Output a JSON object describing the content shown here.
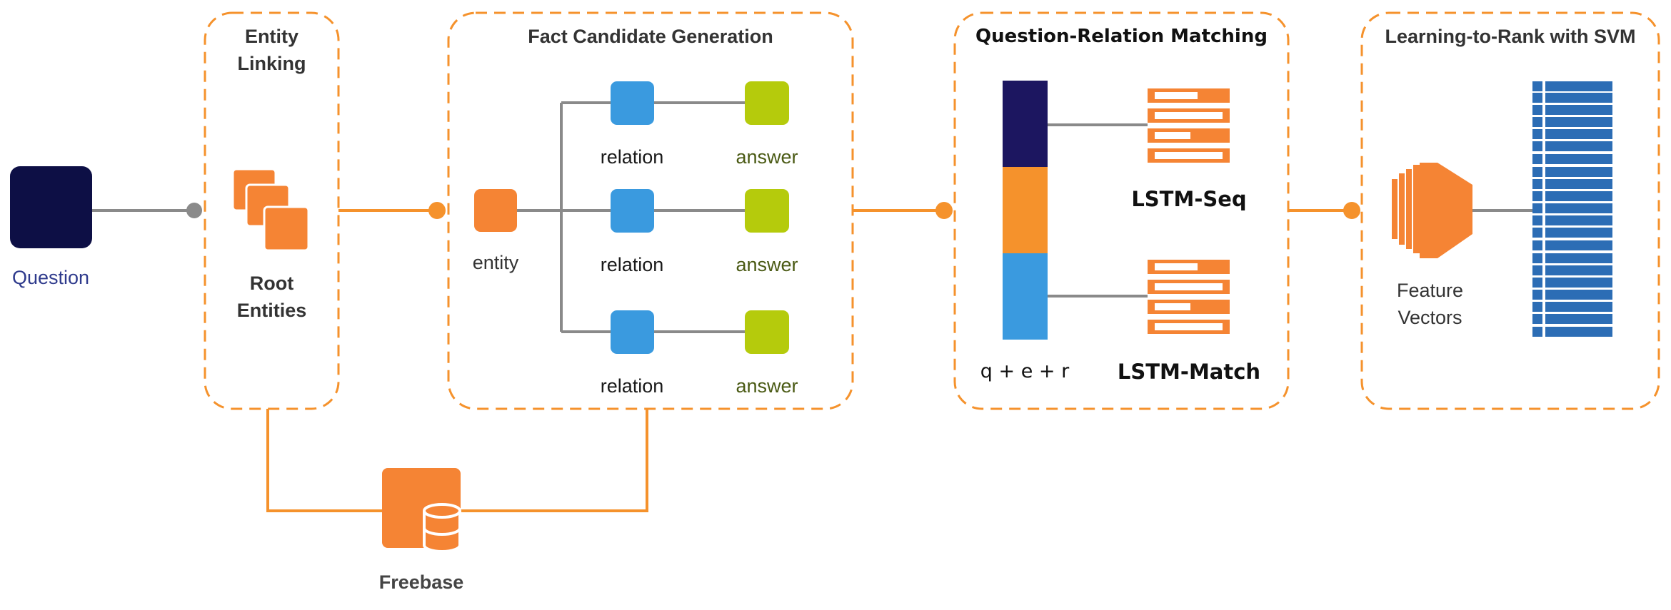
{
  "colors": {
    "accent_orange": "#F5922C",
    "box_orange": "#F58434",
    "navy": "#0D0F45",
    "deep_purple": "#1C1660",
    "blue": "#3A9ADF",
    "lime": "#B5CB0C",
    "bar_blue": "#2C6DB5",
    "connector_gray": "#8A8A8A",
    "question_text": "#2E3A8C",
    "answer_text": "#4A5A14"
  },
  "question": {
    "label": "Question"
  },
  "entity_linking": {
    "title_line1": "Entity",
    "title_line2": "Linking",
    "caption_line1": "Root",
    "caption_line2": "Entities"
  },
  "fact_candidate": {
    "title": "Fact Candidate Generation",
    "entity_label": "entity",
    "rows": [
      {
        "relation": "relation",
        "answer": "answer"
      },
      {
        "relation": "relation",
        "answer": "answer"
      },
      {
        "relation": "relation",
        "answer": "answer"
      }
    ]
  },
  "question_relation": {
    "title": "Question-Relation Matching",
    "vector_label": "q + e + r",
    "lstm_seq": "LSTM-Seq",
    "lstm_match": "LSTM-Match"
  },
  "ltr": {
    "title": "Learning-to-Rank with SVM",
    "feature_line1": "Feature",
    "feature_line2": "Vectors"
  },
  "freebase": {
    "label": "Freebase"
  }
}
